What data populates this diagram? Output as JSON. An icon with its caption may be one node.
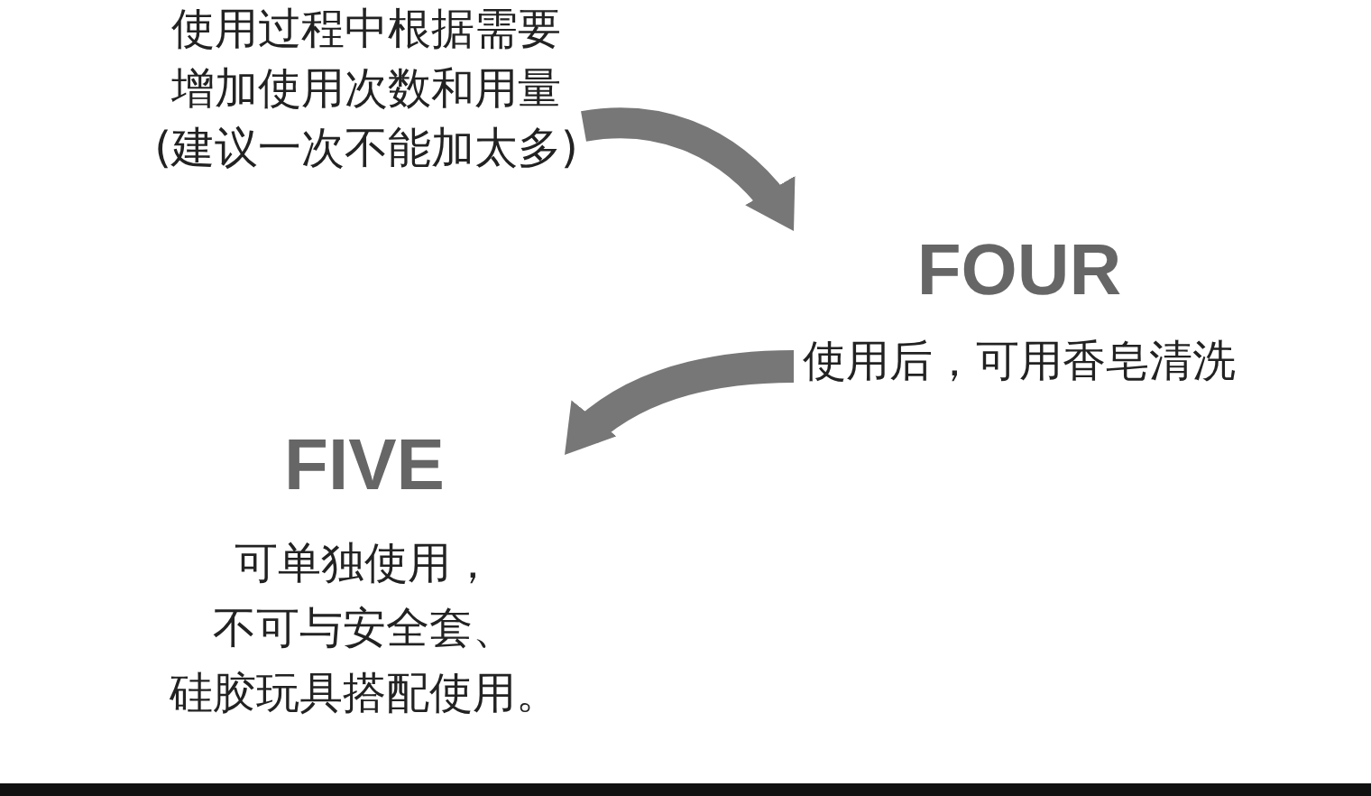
{
  "diagram": {
    "nodes": [
      {
        "text": [
          "使用过程中根据需要增加使用次数和用量(建议一次不能加太多)"
        ]
      },
      {
        "text": [
          "FOUR",
          "使用后，可用香皂清洗"
        ]
      },
      {
        "text": [
          "FIVE",
          "可单独使用，不可与安全套、硅胶玩具搭配使用。"
        ]
      }
    ],
    "edges": [
      {
        "from": 0,
        "to": 1,
        "arrow": "to"
      },
      {
        "from": 1,
        "to": 2,
        "arrow": "to"
      }
    ]
  }
}
